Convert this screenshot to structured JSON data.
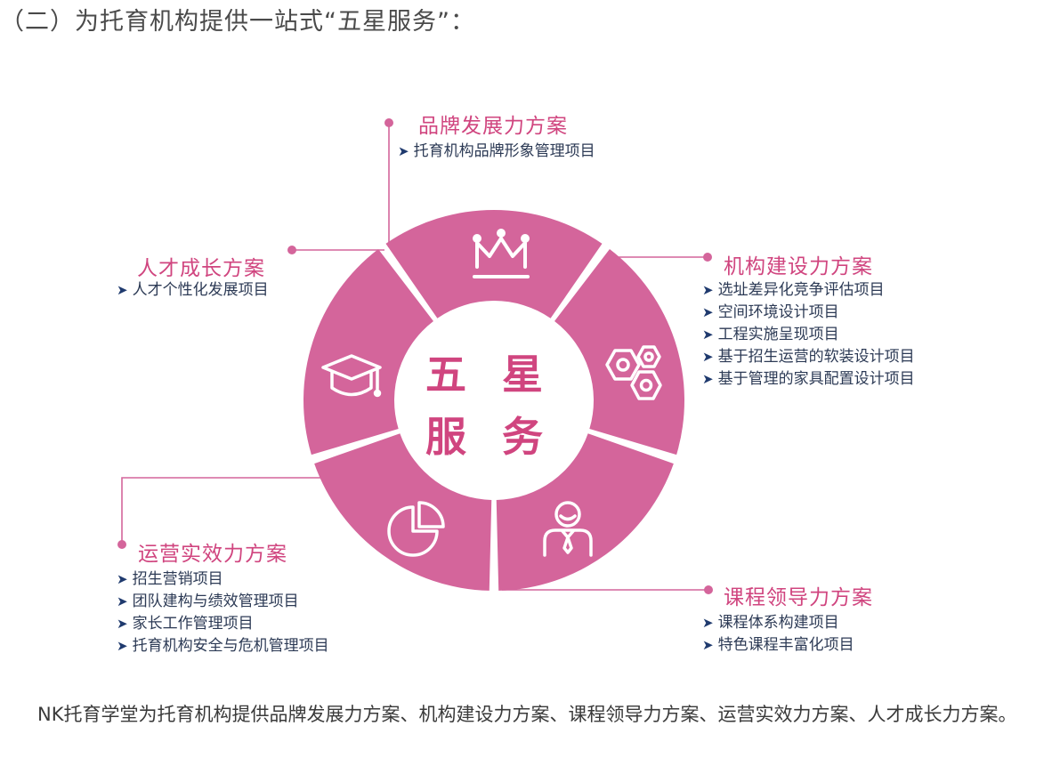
{
  "heading": "（二）为托育机构提供一站式“五星服务”：",
  "center": {
    "line1": "五 星",
    "line2": "服 务"
  },
  "colors": {
    "accent": "#d4659b",
    "title": "#d0457f",
    "item": "#2c3a55",
    "arrow": "#1f3a6e"
  },
  "sections": {
    "brand": {
      "title": "品牌发展力方案",
      "icon": "crown-icon",
      "items": [
        "托育机构品牌形象管理项目"
      ]
    },
    "org": {
      "title": "机构建设力方案",
      "icon": "gears-icon",
      "items": [
        "选址差异化竞争评估项目",
        "空间环境设计项目",
        "工程实施呈现项目",
        "基于招生运营的软装设计项目",
        "基于管理的家具配置设计项目"
      ]
    },
    "course": {
      "title": "课程领导力方案",
      "icon": "person-tie-icon",
      "items": [
        "课程体系构建项目",
        "特色课程丰富化项目"
      ]
    },
    "ops": {
      "title": "运营实效力方案",
      "icon": "pie-chart-icon",
      "items": [
        "招生营销项目",
        "团队建构与绩效管理项目",
        "家长工作管理项目",
        "托育机构安全与危机管理项目"
      ]
    },
    "talent": {
      "title": "人才成长方案",
      "icon": "graduation-cap-icon",
      "items": [
        "人才个性化发展项目"
      ]
    }
  },
  "bullet_glyph": "➤",
  "footer": "NK托育学堂为托育机构提供品牌发展力方案、机构建设力方案、课程领导力方案、运营实效力方案、人才成长力方案。"
}
